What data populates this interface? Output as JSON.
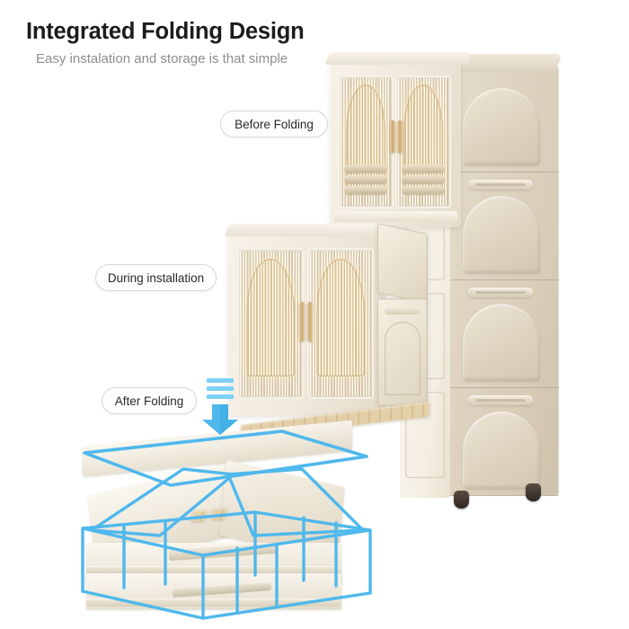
{
  "page": {
    "background_color": "#ffffff",
    "title": "Integrated Folding Design",
    "subtitle": "Easy instalation and storage is that simple"
  },
  "colors": {
    "title_text": "#1c1c1c",
    "subtitle_text": "#8d8d8d",
    "accent_blue": "#4fb8ec",
    "accent_blue_light": "#7fd0f5",
    "pill_background": "#fdfdfd",
    "pill_border": "#d7d7d7",
    "pill_text": "#2a2a2a",
    "cabinet_ivory": "#f5efe3",
    "cabinet_beige": "#ded3c0",
    "glass_gold": "#d4ba8c",
    "bamboo": "#dcc characters"
  },
  "callouts": [
    {
      "id": "before-folding",
      "label": "Before Folding"
    },
    {
      "id": "during-installation",
      "label": "During installation"
    },
    {
      "id": "after-folding",
      "label": "After Folding"
    }
  ],
  "arrow": {
    "name": "collapse-down-arrow",
    "direction": "down",
    "color": "#4fb8ec",
    "bar_count": 3
  },
  "product": {
    "name": "Folding storage cabinet",
    "tall_unit": {
      "module_count": 4,
      "caster_count": 4,
      "panel_shape": "arch"
    },
    "cabinet_before": {
      "door_count": 2,
      "door_style": "fluted arch glass",
      "contents": "folded towels"
    },
    "cabinet_during": {
      "door_count": 2,
      "door_style": "fluted arch glass",
      "state": "panel folding open"
    },
    "folded_stack": {
      "state": "folded flat",
      "layer_count": 3,
      "wireframe_overlay": true
    }
  },
  "wireframe": {
    "name": "folded-volume-outline",
    "color": "#4fb8ec",
    "shape": "3d-box"
  }
}
